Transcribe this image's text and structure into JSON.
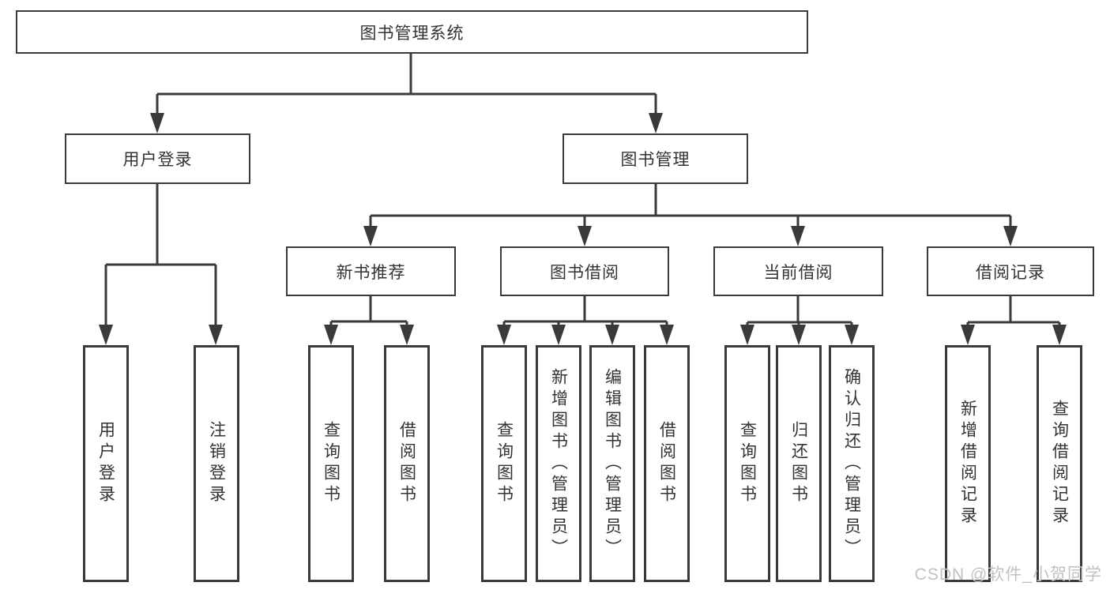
{
  "diagram": {
    "type": "hierarchy-tree",
    "orientation": "top-down"
  },
  "colors": {
    "line": "#3a3a3a",
    "box_border": "#3a3a3a",
    "text": "#333333",
    "background": "#ffffff",
    "watermark": "#c2c2c2"
  },
  "tree": {
    "label": "图书管理系统",
    "children": [
      {
        "label": "用户登录",
        "children": [
          {
            "label": "用户登录"
          },
          {
            "label": "注销登录"
          }
        ]
      },
      {
        "label": "图书管理",
        "children": [
          {
            "label": "新书推荐",
            "children": [
              {
                "label": "查询图书"
              },
              {
                "label": "借阅图书"
              }
            ]
          },
          {
            "label": "图书借阅",
            "children": [
              {
                "label": "查询图书"
              },
              {
                "label": "新增图书（管理员）"
              },
              {
                "label": "编辑图书（管理员）"
              },
              {
                "label": "借阅图书"
              }
            ]
          },
          {
            "label": "当前借阅",
            "children": [
              {
                "label": "查询图书"
              },
              {
                "label": "归还图书"
              },
              {
                "label": "确认归还（管理员）"
              }
            ]
          },
          {
            "label": "借阅记录",
            "children": [
              {
                "label": "新增借阅记录"
              },
              {
                "label": "查询借阅记录"
              }
            ]
          }
        ]
      }
    ]
  },
  "watermark": {
    "text": "CSDN @软件_小贺同学"
  }
}
